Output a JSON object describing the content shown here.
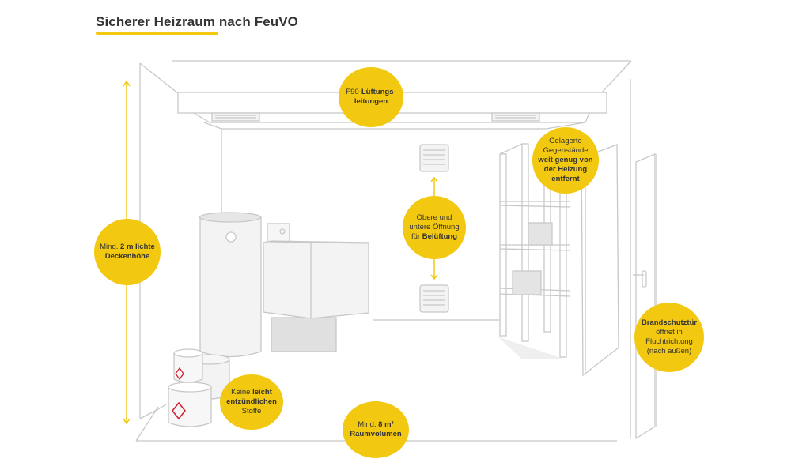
{
  "header": {
    "title": "Sicherer Heizraum nach FeuVO"
  },
  "colors": {
    "accent": "#f2c811",
    "line": "#c8c8c8",
    "text": "#333333",
    "hazard": "#d0212e"
  },
  "labels": {
    "ventilation_ducts": {
      "normal": "F90-",
      "bold": "Lüftungs-",
      "line2": "leitungen"
    },
    "stored_items": {
      "line1": "Gelagerte",
      "line2": "Gegenstände",
      "bold1": "weit genug von",
      "bold2": "der Heizung",
      "bold3": "entfernt"
    },
    "air_openings": {
      "line1": "Obere und",
      "line2": "untere Öffnung",
      "normal3": "für ",
      "bold3": "Belüftung"
    },
    "ceiling_height": {
      "normal": "Mind. ",
      "bold1": "2 m lichte",
      "bold2": "Deckenhöhe"
    },
    "fire_door": {
      "bold": "Brandschutztür",
      "line2": "öffnet in",
      "line3": "Fluchtrichtung",
      "line4": "(nach außen)"
    },
    "no_flammables": {
      "normal": "Keine ",
      "bold1": "leicht",
      "bold2": "entzündlichen",
      "line3": "Stoffe"
    },
    "room_volume": {
      "normal": "Mind. ",
      "bold1": "8 m³",
      "bold2": "Raumvolumen"
    }
  }
}
